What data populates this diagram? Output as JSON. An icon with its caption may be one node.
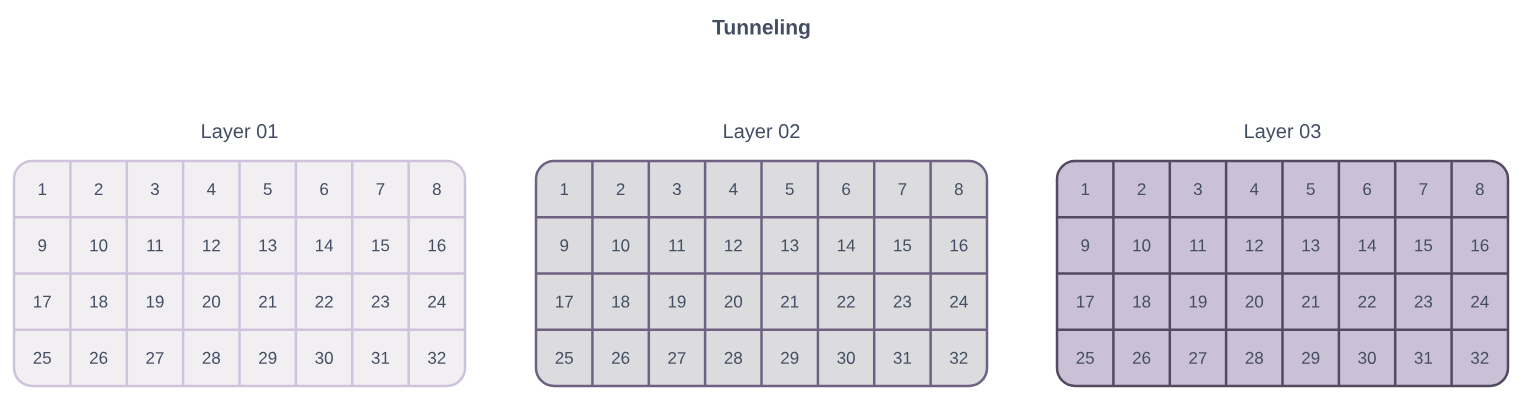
{
  "diagram": {
    "title": "Tunneling",
    "nodes": [
      {
        "text": [
          "Layer 01"
        ]
      },
      {
        "text": [
          "1"
        ],
        "in": 0
      },
      {
        "text": [
          "2"
        ],
        "in": 0
      },
      {
        "text": [
          "3"
        ],
        "in": 0
      },
      {
        "text": [
          "4"
        ],
        "in": 0
      },
      {
        "text": [
          "5"
        ],
        "in": 0
      },
      {
        "text": [
          "6"
        ],
        "in": 0
      },
      {
        "text": [
          "7"
        ],
        "in": 0
      },
      {
        "text": [
          "8"
        ],
        "in": 0
      },
      {
        "text": [
          "9"
        ],
        "in": 0
      },
      {
        "text": [
          "10"
        ],
        "in": 0
      },
      {
        "text": [
          "11"
        ],
        "in": 0
      },
      {
        "text": [
          "12"
        ],
        "in": 0
      },
      {
        "text": [
          "13"
        ],
        "in": 0
      },
      {
        "text": [
          "14"
        ],
        "in": 0
      },
      {
        "text": [
          "15"
        ],
        "in": 0
      },
      {
        "text": [
          "16"
        ],
        "in": 0
      },
      {
        "text": [
          "17"
        ],
        "in": 0
      },
      {
        "text": [
          "18"
        ],
        "in": 0
      },
      {
        "text": [
          "19"
        ],
        "in": 0
      },
      {
        "text": [
          "20"
        ],
        "in": 0
      },
      {
        "text": [
          "21"
        ],
        "in": 0
      },
      {
        "text": [
          "22"
        ],
        "in": 0
      },
      {
        "text": [
          "23"
        ],
        "in": 0
      },
      {
        "text": [
          "24"
        ],
        "in": 0
      },
      {
        "text": [
          "25"
        ],
        "in": 0
      },
      {
        "text": [
          "26"
        ],
        "in": 0
      },
      {
        "text": [
          "27"
        ],
        "in": 0
      },
      {
        "text": [
          "28"
        ],
        "in": 0
      },
      {
        "text": [
          "29"
        ],
        "in": 0
      },
      {
        "text": [
          "30"
        ],
        "in": 0
      },
      {
        "text": [
          "31"
        ],
        "in": 0
      },
      {
        "text": [
          "32"
        ],
        "in": 0
      },
      {
        "text": [
          "Layer 02"
        ]
      },
      {
        "text": [
          "1"
        ],
        "in": 33
      },
      {
        "text": [
          "2"
        ],
        "in": 33
      },
      {
        "text": [
          "3"
        ],
        "in": 33
      },
      {
        "text": [
          "4"
        ],
        "in": 33
      },
      {
        "text": [
          "5"
        ],
        "in": 33
      },
      {
        "text": [
          "6"
        ],
        "in": 33
      },
      {
        "text": [
          "7"
        ],
        "in": 33
      },
      {
        "text": [
          "8"
        ],
        "in": 33
      },
      {
        "text": [
          "9"
        ],
        "in": 33
      },
      {
        "text": [
          "10"
        ],
        "in": 33
      },
      {
        "text": [
          "11"
        ],
        "in": 33
      },
      {
        "text": [
          "12"
        ],
        "in": 33
      },
      {
        "text": [
          "13"
        ],
        "in": 33
      },
      {
        "text": [
          "14"
        ],
        "in": 33
      },
      {
        "text": [
          "15"
        ],
        "in": 33
      },
      {
        "text": [
          "16"
        ],
        "in": 33
      },
      {
        "text": [
          "17"
        ],
        "in": 33
      },
      {
        "text": [
          "18"
        ],
        "in": 33
      },
      {
        "text": [
          "19"
        ],
        "in": 33
      },
      {
        "text": [
          "20"
        ],
        "in": 33
      },
      {
        "text": [
          "21"
        ],
        "in": 33
      },
      {
        "text": [
          "22"
        ],
        "in": 33
      },
      {
        "text": [
          "23"
        ],
        "in": 33
      },
      {
        "text": [
          "24"
        ],
        "in": 33
      },
      {
        "text": [
          "25"
        ],
        "in": 33
      },
      {
        "text": [
          "26"
        ],
        "in": 33
      },
      {
        "text": [
          "27"
        ],
        "in": 33
      },
      {
        "text": [
          "28"
        ],
        "in": 33
      },
      {
        "text": [
          "29"
        ],
        "in": 33
      },
      {
        "text": [
          "30"
        ],
        "in": 33
      },
      {
        "text": [
          "31"
        ],
        "in": 33
      },
      {
        "text": [
          "32"
        ],
        "in": 33
      },
      {
        "text": [
          "Layer 03"
        ]
      },
      {
        "text": [
          "1"
        ],
        "in": 66
      },
      {
        "text": [
          "2"
        ],
        "in": 66
      },
      {
        "text": [
          "3"
        ],
        "in": 66
      },
      {
        "text": [
          "4"
        ],
        "in": 66
      },
      {
        "text": [
          "5"
        ],
        "in": 66
      },
      {
        "text": [
          "6"
        ],
        "in": 66
      },
      {
        "text": [
          "7"
        ],
        "in": 66
      },
      {
        "text": [
          "8"
        ],
        "in": 66
      },
      {
        "text": [
          "9"
        ],
        "in": 66
      },
      {
        "text": [
          "10"
        ],
        "in": 66
      },
      {
        "text": [
          "11"
        ],
        "in": 66
      },
      {
        "text": [
          "12"
        ],
        "in": 66
      },
      {
        "text": [
          "13"
        ],
        "in": 66
      },
      {
        "text": [
          "14"
        ],
        "in": 66
      },
      {
        "text": [
          "15"
        ],
        "in": 66
      },
      {
        "text": [
          "16"
        ],
        "in": 66
      },
      {
        "text": [
          "17"
        ],
        "in": 66
      },
      {
        "text": [
          "18"
        ],
        "in": 66
      },
      {
        "text": [
          "19"
        ],
        "in": 66
      },
      {
        "text": [
          "20"
        ],
        "in": 66
      },
      {
        "text": [
          "21"
        ],
        "in": 66
      },
      {
        "text": [
          "22"
        ],
        "in": 66
      },
      {
        "text": [
          "23"
        ],
        "in": 66
      },
      {
        "text": [
          "24"
        ],
        "in": 66
      },
      {
        "text": [
          "25"
        ],
        "in": 66
      },
      {
        "text": [
          "26"
        ],
        "in": 66
      },
      {
        "text": [
          "27"
        ],
        "in": 66
      },
      {
        "text": [
          "28"
        ],
        "in": 66
      },
      {
        "text": [
          "29"
        ],
        "in": 66
      },
      {
        "text": [
          "30"
        ],
        "in": 66
      },
      {
        "text": [
          "31"
        ],
        "in": 66
      },
      {
        "text": [
          "32"
        ],
        "in": 66
      }
    ]
  }
}
